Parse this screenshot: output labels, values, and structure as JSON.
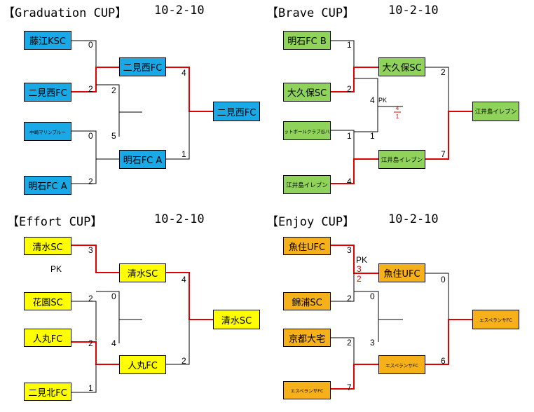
{
  "colors": {
    "blue": "#19a9e6",
    "green": "#8fd35a",
    "yellow": "#ffff00",
    "orange": "#f5b01a",
    "win": "#e00000",
    "line": "#000000"
  },
  "brackets": [
    {
      "title": "【Graduation CUP】",
      "date": "10-2-10",
      "color": "#19a9e6",
      "r1": [
        "藤江KSC",
        "二見西FC",
        "中崎マリンブルー",
        "明石FC A"
      ],
      "r1_scores": [
        "0",
        "2",
        "0",
        "2"
      ],
      "r2": [
        "二見西FC",
        "明石FC A"
      ],
      "r2_scores": [
        "2",
        "5"
      ],
      "final_scores": [
        "4",
        "1"
      ],
      "champion": "二見西FC",
      "pk": "",
      "pk_scores": []
    },
    {
      "title": "【Brave CUP】",
      "date": "10-2-10",
      "color": "#8fd35a",
      "r1": [
        "明石FC B",
        "大久保SC",
        "フットボールクラブ谷八木",
        "江井島イレブン"
      ],
      "r1_scores": [
        "1",
        "2",
        "1",
        "4"
      ],
      "r2": [
        "大久保SC",
        "江井島イレブン"
      ],
      "r2_scores": [
        "4",
        "1"
      ],
      "final_scores": [
        "2",
        "7"
      ],
      "champion": "江井島イレブン",
      "pk": "PK",
      "pk_scores": [
        "4",
        "1"
      ]
    },
    {
      "title": "【Effort CUP】",
      "date": "10-2-10",
      "color": "#ffff00",
      "r1": [
        "清水SC",
        "花園SC",
        "人丸FC",
        "二見北FC"
      ],
      "r1_scores": [
        "3",
        "2",
        "2",
        "1"
      ],
      "r2": [
        "清水SC",
        "人丸FC"
      ],
      "r2_scores": [
        "0",
        "4"
      ],
      "final_scores": [
        "4",
        "2"
      ],
      "champion": "清水SC",
      "pk": "PK",
      "pk_scores": []
    },
    {
      "title": "【Enjoy CUP】",
      "date": "10-2-10",
      "color": "#f5b01a",
      "r1": [
        "魚住UFC",
        "錦浦SC",
        "京都大宅",
        "エスペランサFC"
      ],
      "r1_scores": [
        "3",
        "2",
        "2",
        "7"
      ],
      "r2": [
        "魚住UFC",
        "エスペランサFC"
      ],
      "r2_scores": [
        "0",
        "3"
      ],
      "final_scores": [
        "0",
        "6"
      ],
      "champion": "エスペランサFC",
      "pk": "PK",
      "pk_scores": [
        "3",
        "2"
      ]
    }
  ]
}
